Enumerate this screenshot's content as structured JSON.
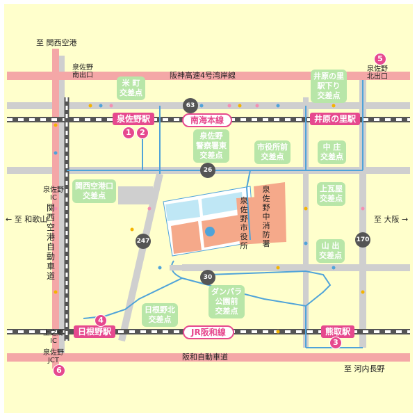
{
  "labels": {
    "kansai_airport_dir": "至 関西空港",
    "wakayama_dir": "← 至 和歌山",
    "osaka_dir": "至 大阪 →",
    "kawachinagano_dir": "至 河内長野",
    "hanshin_expressway": "阪神高速4号湾岸線",
    "hanwa_expressway": "阪和自動車道",
    "izumisano_south_exit": "泉佐野\n南出口",
    "izumisano_north_exit": "泉佐野\n北出口",
    "izumisano_ic": "泉佐野\nIC",
    "kaminogo_ic": "上之郷\nIC",
    "izumisano_jct": "泉佐野\nJCT",
    "airport_expressway": "関\n西\n空\n港\n自\n動\n車\n道",
    "city_hall": "泉\n佐\n野\n市\n役\n所",
    "fire_dept": "泉\n佐\n野\n中\n消\n防\n署"
  },
  "stations": {
    "izumisano": "泉佐野駅",
    "inoharanosato": "井原の里駅",
    "hinenono": "日根野駅",
    "kumatori": "熊取駅"
  },
  "lines": {
    "nankai": "南海本線",
    "jr_hanwa": "JR阪和線"
  },
  "intersections": {
    "komemachi": "米 町\n交差点",
    "police": "泉佐野\n警察署東\n交差点",
    "shiyakusho": "市役所前\n交差点",
    "chusho": "中 庄\n交差点",
    "kamigawara": "上瓦屋\n交差点",
    "inohara_eki": "井原の里\n駅下り\n交差点",
    "airport_guchi": "関西空港口\n交差点",
    "yamade": "山 出\n交差点",
    "danpara": "ダンパラ\n公園前\n交差点",
    "hinenokita": "日根野北\n交差点"
  },
  "routes": {
    "r63": "63",
    "r26": "26",
    "r247": "247",
    "r30": "30",
    "r170": "170"
  },
  "markers": [
    "1",
    "2",
    "3",
    "4",
    "5",
    "6"
  ],
  "colors": {
    "background": "#ffffcc",
    "expressway": "#f4a7a7",
    "road": "#cfcfcf",
    "route_blue": "#4fa3d9",
    "station_pink": "#e6498e",
    "intersection_green": "#b8e6a8",
    "building_blue": "#bfe7f5",
    "building_salmon": "#f5a98a"
  }
}
